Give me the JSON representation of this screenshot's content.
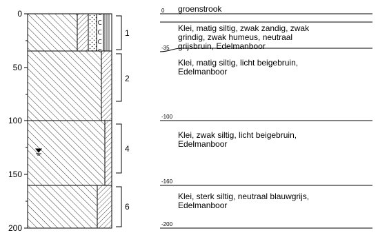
{
  "axis": {
    "ticks": [
      "0",
      "50",
      "100",
      "150",
      "200"
    ]
  },
  "samples": [
    "1",
    "2",
    "4",
    "6"
  ],
  "layers": [
    {
      "top_label": "0",
      "description": [
        "groenstrook"
      ],
      "lithology": "topsoil (groenstrook)"
    },
    {
      "top_label": "",
      "description": [
        "Klei, matig siltig, zwak zandig, zwak",
        "grindig, zwak humeus, neutraal",
        "grijsbruin, Edelmanboor"
      ],
      "lithology": "clay with sand, gravel and humus"
    },
    {
      "top_label": "-35",
      "description": [
        "Klei, matig siltig, licht beigebruin,",
        "Edelmanboor"
      ],
      "lithology": "clay, moderately silty"
    },
    {
      "top_label": "-100",
      "description": [
        "Klei, zwak siltig, licht beigebruin,",
        "Edelmanboor"
      ],
      "lithology": "clay, slightly silty"
    },
    {
      "top_label": "-160",
      "description": [
        "Klei, sterk siltig, neutraal blauwgrijs,",
        "Edelmanboor"
      ],
      "lithology": "clay, strongly silty"
    }
  ],
  "bottom_label": "-200",
  "groundwater_symbol": "groundwater-level-icon"
}
